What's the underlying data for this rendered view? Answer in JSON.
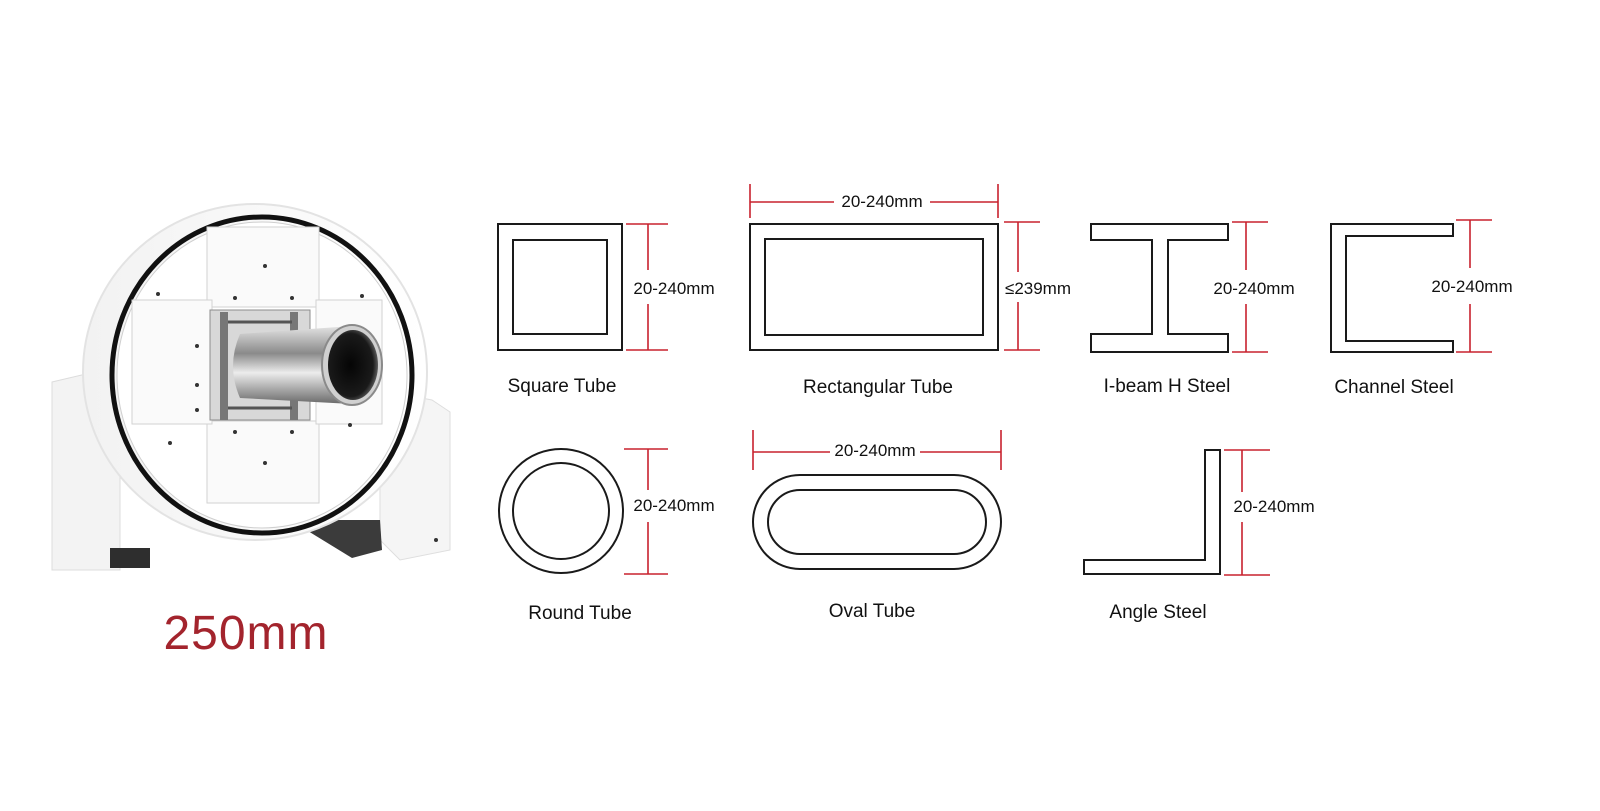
{
  "chuck_capacity": "250mm",
  "colors": {
    "accent": "#a3242d",
    "dimension_line": "#c8222e",
    "outline": "#1a1a1a"
  },
  "profiles": {
    "square_tube": {
      "label": "Square Tube",
      "dimension": "20-240mm"
    },
    "rectangular_tube": {
      "label": "Rectangular Tube",
      "dimension_width": "20-240mm",
      "dimension_height": "≤239mm"
    },
    "i_beam": {
      "label": "I-beam H Steel",
      "dimension": "20-240mm"
    },
    "channel_steel": {
      "label": "Channel Steel",
      "dimension": "20-240mm"
    },
    "round_tube": {
      "label": "Round Tube",
      "dimension": "20-240mm"
    },
    "oval_tube": {
      "label": "Oval Tube",
      "dimension": "20-240mm"
    },
    "angle_steel": {
      "label": "Angle Steel",
      "dimension": "20-240mm"
    }
  }
}
